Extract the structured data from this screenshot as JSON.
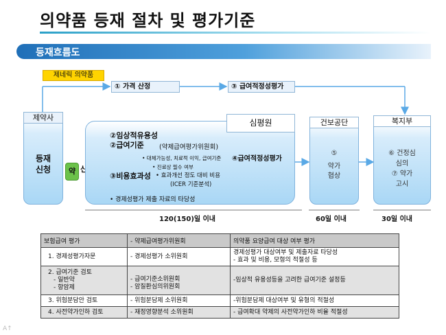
{
  "title": "의약품 등재 절차 및 평가기준",
  "section": "등재흐름도",
  "flow": {
    "generic_label": "제네릭 의약품",
    "price_calc": "① 가격 산정",
    "benefit_adequacy_top": "③ 급여적정성평가",
    "pharma": {
      "label": "제약사",
      "line1": "등재",
      "line2": "신청"
    },
    "pharma_tab": "약",
    "pharma_tab_suffix": "신",
    "hira": {
      "label": "심평원",
      "item_clinical": "②임상적유용성",
      "item_criteria": "②급여기준",
      "committee": "(약제급여평가위원회)",
      "detail1": "• 대체가능성, 치료적 이익, 급여기준",
      "detail2": "• 진료상 필수 여부",
      "item_cost": "③비용효과성",
      "cost_detail1": "• 효과개선 정도 대비 비용",
      "cost_detail2": "(ICER 기준분석)",
      "adequacy": "④급여적정성평가",
      "econ_note": "• 경제성평가 제출 자료의 타당성",
      "days": "120(150)일 이내"
    },
    "nhis": {
      "label": "건보공단",
      "line1": "⑤",
      "line2": "약가",
      "line3": "협상",
      "days": "60일 이내"
    },
    "mohw": {
      "label": "복지부",
      "line1": "⑥ 건정심",
      "line2": "심의",
      "line3": "⑦ 약가",
      "line4": "고시",
      "days": "30일 이내"
    }
  },
  "table": {
    "headers": [
      "보험급여 평가",
      "- 약제급여평가위원회",
      "의약품 요양급여 대상 여부 평가"
    ],
    "rows": [
      {
        "c1": [
          "1. 경제성평가자문"
        ],
        "c2": [
          "- 경제성평가 소위원회"
        ],
        "c3": [
          "경제성평가 대상여부 및 제출자료 타당성",
          "- 효과 및 비용, 모형의 적절성 등"
        ]
      },
      {
        "c1": [
          "2. 급여기준 검토",
          "- 일반약",
          "- 항암제"
        ],
        "c2": [
          "- 급여기준소위원회",
          "- 암질환심의위원회"
        ],
        "c3": [
          "-임상적 유용성등을 고려한 급여기준 설정등"
        ]
      },
      {
        "c1": [
          "3. 위험분담안 검토"
        ],
        "c2": [
          "- 위험분담제 소위원회"
        ],
        "c3": [
          "-위험분담제 대상여부 및 유형의 적절성"
        ]
      },
      {
        "c1": [
          "4. 사전약가인하 검토"
        ],
        "c2": [
          "- 재정영향분석 소위원회"
        ],
        "c3": [
          "- 급여확대 약제의 사전약가인하 비율 적절성"
        ]
      }
    ]
  },
  "colors": {
    "banner": "#1f6fb8",
    "tank": "#a9d7f5",
    "generic_bg": "#ffd400",
    "tab": "#6cc24a",
    "arrow": "#5aa9e6"
  },
  "footer_icon": "a-up-icon"
}
